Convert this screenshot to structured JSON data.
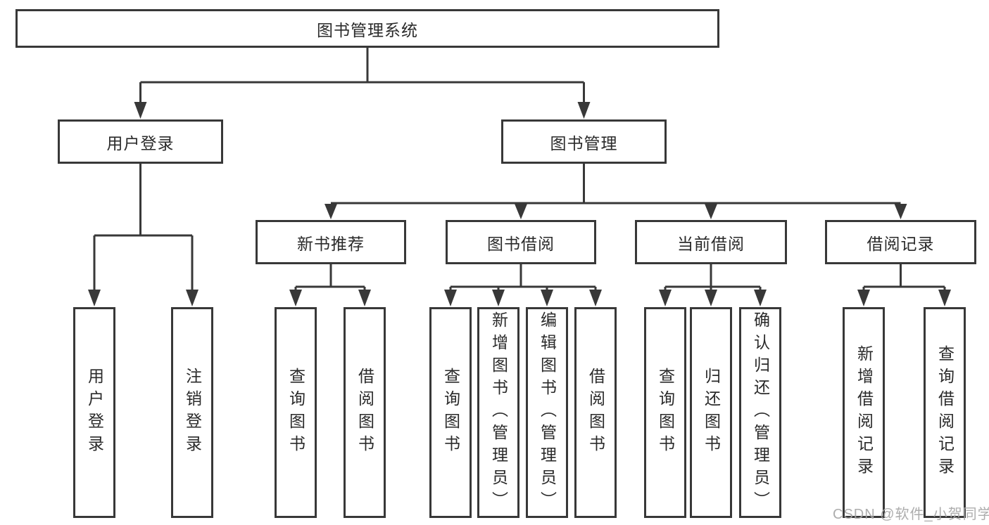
{
  "diagram": {
    "type": "hierarchy-tree",
    "orientation": "top-down",
    "colors": {
      "line": "#383838",
      "box_border": "#383838",
      "box_fill": "#ffffff",
      "text": "#2a2a2a",
      "watermark": "#a6a6a6",
      "background": "#ffffff"
    }
  },
  "tree": {
    "label": "图书管理系统",
    "children": [
      {
        "label": "用户登录",
        "children": [
          {
            "label": "用户登录"
          },
          {
            "label": "注销登录"
          }
        ]
      },
      {
        "label": "图书管理",
        "children": [
          {
            "label": "新书推荐",
            "children": [
              {
                "label": "查询图书"
              },
              {
                "label": "借阅图书"
              }
            ]
          },
          {
            "label": "图书借阅",
            "children": [
              {
                "label": "查询图书"
              },
              {
                "label": "新增图书（管理员）"
              },
              {
                "label": "编辑图书（管理员）"
              },
              {
                "label": "借阅图书"
              }
            ]
          },
          {
            "label": "当前借阅",
            "children": [
              {
                "label": "查询图书"
              },
              {
                "label": "归还图书"
              },
              {
                "label": "确认归还（管理员）"
              }
            ]
          },
          {
            "label": "借阅记录",
            "children": [
              {
                "label": "新增借阅记录"
              },
              {
                "label": "查询借阅记录"
              }
            ]
          }
        ]
      }
    ]
  },
  "watermark": {
    "text": "CSDN @软件_小贺同学"
  }
}
